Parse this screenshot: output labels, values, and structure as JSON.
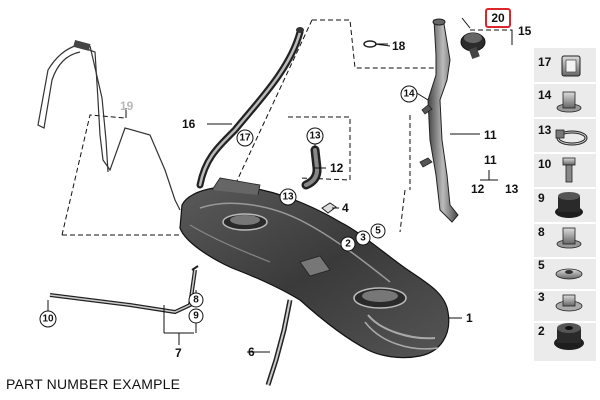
{
  "caption": "PART NUMBER EXAMPLE",
  "colors": {
    "line": "#111111",
    "highlight": "#d9262c",
    "gray_label": "#b9b9b9",
    "side_bg": "#ebebeb"
  },
  "callouts": {
    "c1": "1",
    "c2": "2",
    "c3": "3",
    "c4": "4",
    "c5": "5",
    "c6": "6",
    "c7": "7",
    "c8": "8",
    "c9": "9",
    "c10": "10",
    "c11": "11",
    "c11_sub": "11",
    "c12": "12",
    "c12_sub": "12",
    "c13_sub": "13",
    "c13": "13",
    "c13_pipe": "13",
    "c14": "14",
    "c15": "15",
    "c16": "16",
    "c17": "17",
    "c18": "18",
    "c19": "19",
    "c20": "20"
  },
  "side_panel": [
    "17",
    "14",
    "13",
    "10",
    "9",
    "8",
    "5",
    "3",
    "2"
  ],
  "icons": [
    "clip-17",
    "nut-14",
    "hose-clamp-13",
    "bolt-10",
    "grommet-9",
    "nut-8",
    "washer-5",
    "nut-3",
    "grommet-2"
  ]
}
